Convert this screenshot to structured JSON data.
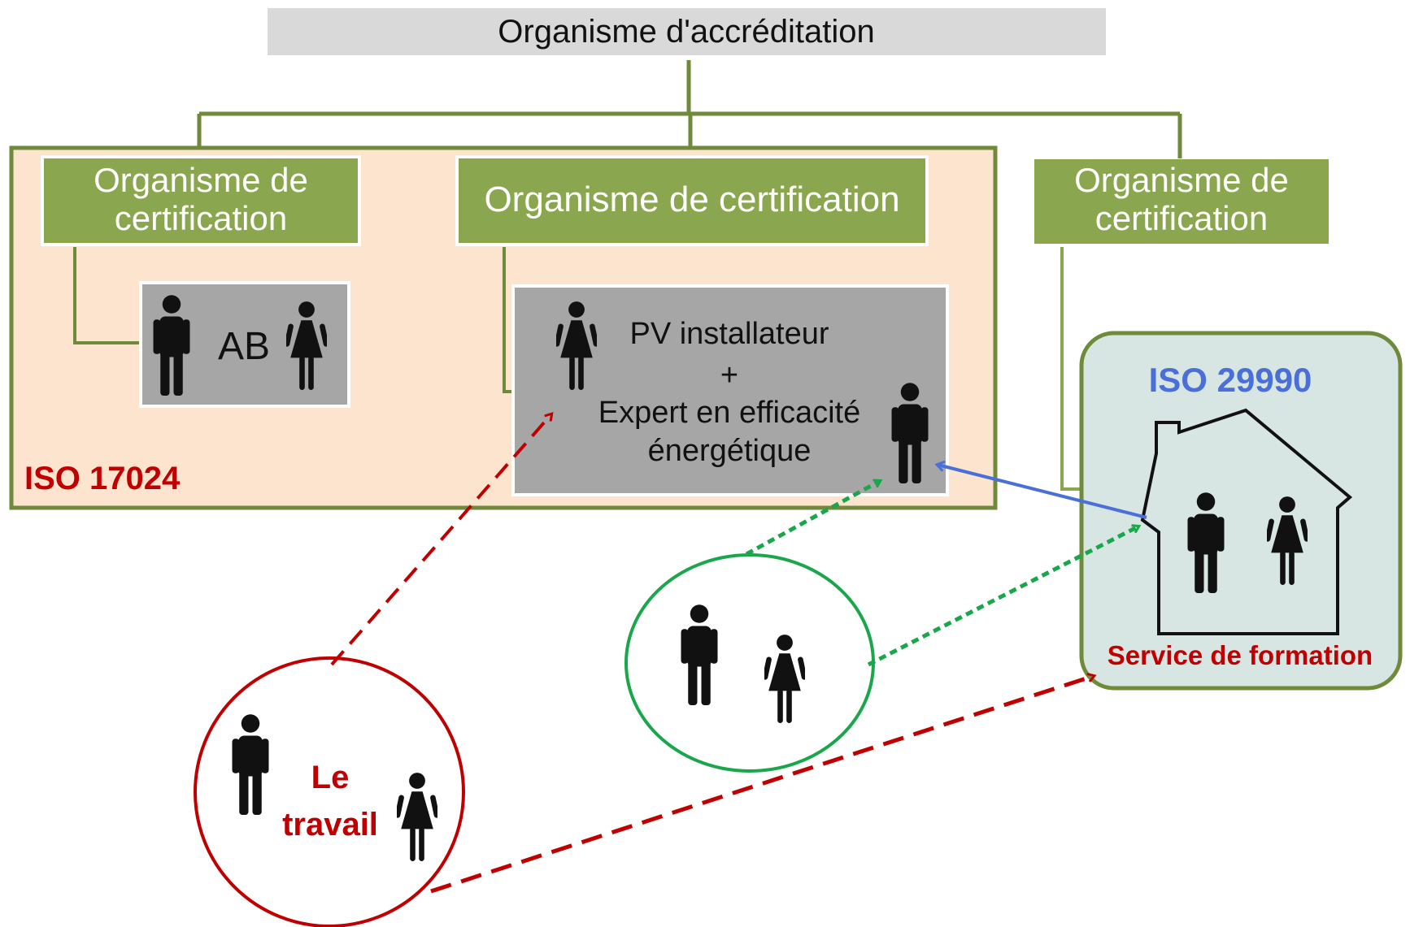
{
  "top": {
    "label": "Organisme d'accréditation"
  },
  "cert_left": {
    "line1": "Organisme de",
    "line2": "certification"
  },
  "cert_mid": {
    "label": "Organisme de certification"
  },
  "cert_right": {
    "line1": "Organisme de",
    "line2": "certification"
  },
  "iso17024": {
    "label": "ISO 17024",
    "color": "#c00000"
  },
  "ab": {
    "label": "AB"
  },
  "pv": {
    "line1": "PV installateur",
    "line2": "+",
    "line3": "Expert en efficacité",
    "line4": "énergétique"
  },
  "iso29990": {
    "label": "ISO 29990",
    "color": "#4a6fd9"
  },
  "formation": {
    "label": "Service de formation",
    "color": "#c00000"
  },
  "travail": {
    "line1": "Le",
    "line2": "travail",
    "color": "#c00000"
  },
  "colors": {
    "green_box": "#8aa64e",
    "green_line": "#6f8a3a",
    "peach": "#fde4cf",
    "gray_box": "#a6a6a6",
    "top_box": "#d9d9d9",
    "teal_box": "#d8e6e3",
    "blue_arrow": "#4a6fd9",
    "green_dash": "#1aa64a",
    "red_dash": "#c00000"
  },
  "icons": [
    "man-icon",
    "woman-icon",
    "house-icon"
  ]
}
